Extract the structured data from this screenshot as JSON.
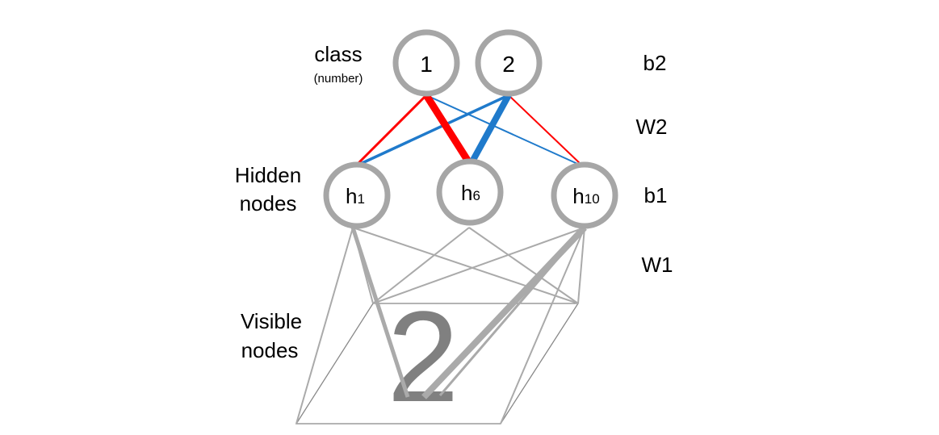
{
  "labels": {
    "class": "class",
    "class_sub": "(number)",
    "hidden_line1": "Hidden",
    "hidden_line2": "nodes",
    "visible_line1": "Visible",
    "visible_line2": "nodes",
    "b2": "b2",
    "w2": "W2",
    "b1": "b1",
    "w1": "W1"
  },
  "output_nodes": [
    {
      "label": "1"
    },
    {
      "label": "2"
    }
  ],
  "hidden_nodes": [
    {
      "base": "h",
      "sub": "1"
    },
    {
      "base": "h",
      "sub": "6"
    },
    {
      "base": "h",
      "sub": "10"
    }
  ],
  "digit": "2",
  "colors": {
    "node_border": "#a6a6a6",
    "positive_weight": "#ff0000",
    "negative_weight": "#1f7acb",
    "w1_lines": "#aaaaaa",
    "grid_lines": "#888888",
    "digit": "#808080"
  }
}
